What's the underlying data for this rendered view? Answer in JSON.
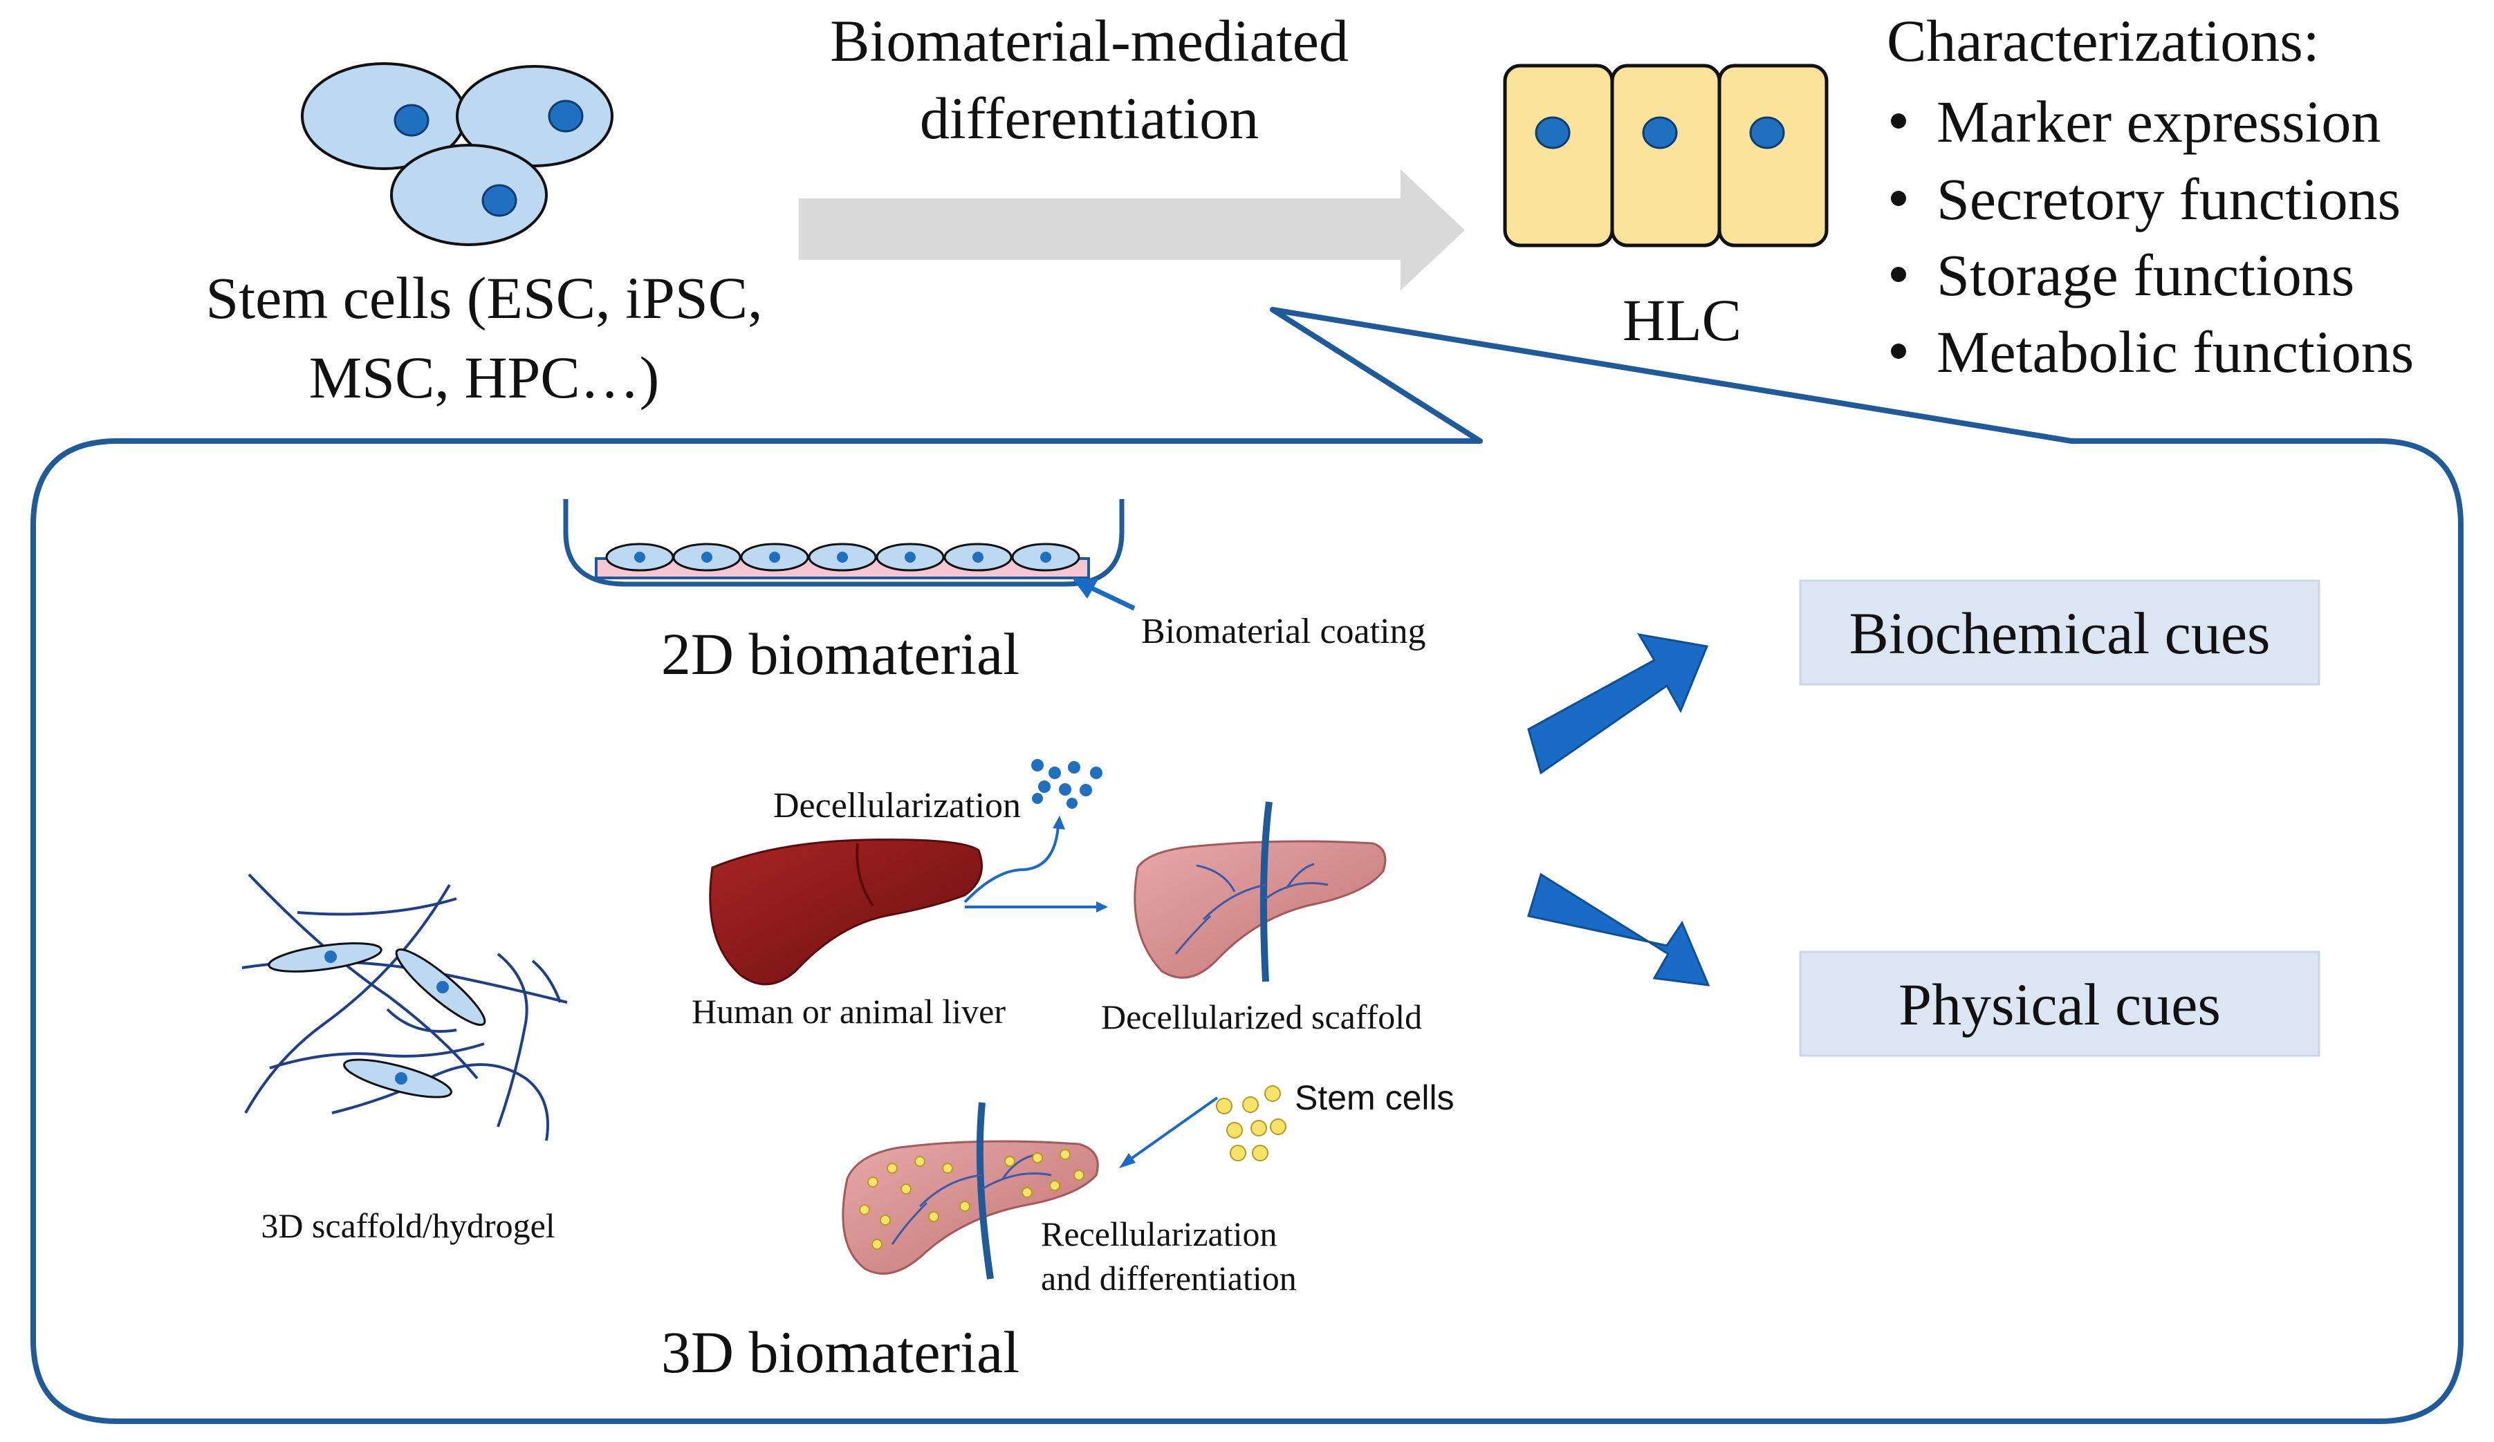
{
  "top": {
    "stem_cells_line1": "Stem cells (ESC, iPSC,",
    "stem_cells_line2": "MSC, HPC…)",
    "process_line1": "Biomaterial-mediated",
    "process_line2": "differentiation",
    "hlc": "HLC",
    "characterizations_title": "Characterizations:",
    "characterizations": [
      "Marker expression",
      "Secretory functions",
      "Storage functions",
      "Metabolic functions"
    ]
  },
  "panel": {
    "biomaterial_coating": "Biomaterial coating",
    "label_2d": "2D biomaterial",
    "decellularization": "Decellularization",
    "human_liver": "Human or animal liver",
    "decell_scaffold": "Decellularized scaffold",
    "stem_cells": "Stem cells",
    "recell_line1": "Recellularization",
    "recell_line2": "and differentiation",
    "scaffold_hydrogel": "3D scaffold/hydrogel",
    "label_3d": "3D biomaterial"
  },
  "cues": {
    "biochemical": "Biochemical cues",
    "physical": "Physical cues"
  },
  "colors": {
    "cell_fill": "#bcd9f1",
    "nucleus": "#1f70c1",
    "hlc_fill": "#fbe49a",
    "big_arrow": "#d9d9d9",
    "panel_border": "#1f5a9a",
    "cue_box": "#dce6f2",
    "blue_arrow": "#1a6bc6",
    "liver_dark": "#8b1a1a",
    "liver_pink": "#d98e8e",
    "stem_dot": "#f7e36a"
  }
}
